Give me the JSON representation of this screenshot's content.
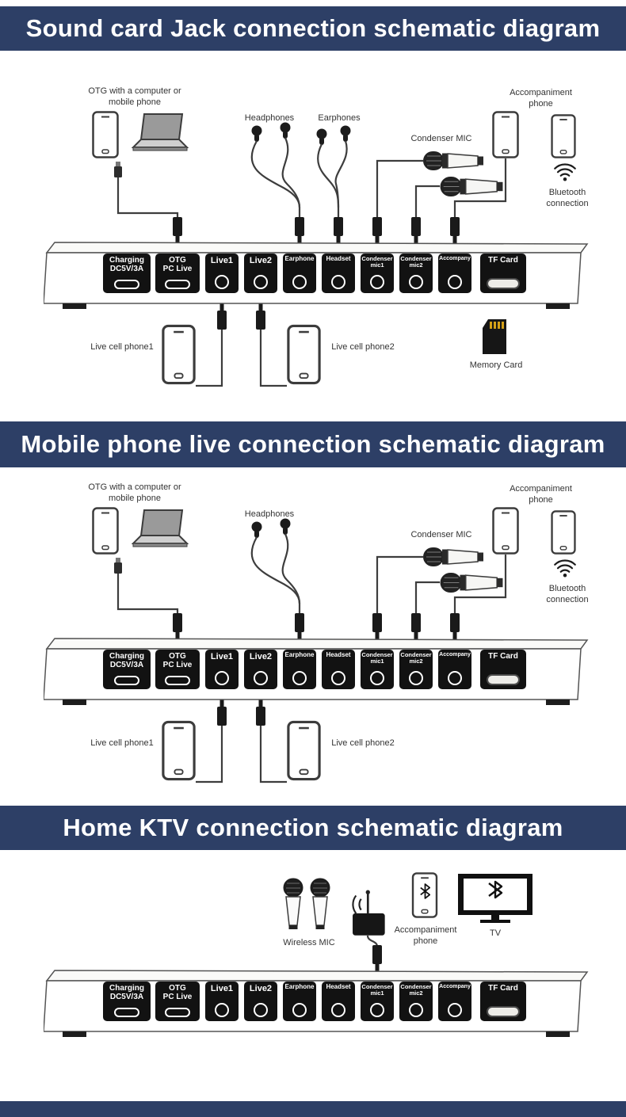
{
  "colors": {
    "banner": "#2d3f66"
  },
  "banners": [
    {
      "title": "Sound card Jack connection schematic diagram"
    },
    {
      "title": "Mobile phone live connection schematic diagram"
    },
    {
      "title": "Home KTV connection schematic diagram"
    }
  ],
  "soundcard": {
    "ports": [
      {
        "line1": "Charging",
        "line2": "DC5V/3A",
        "jack": "pill"
      },
      {
        "line1": "OTG",
        "line2": "PC Live",
        "jack": "pill"
      },
      {
        "line1": "Live1",
        "jack": "circle"
      },
      {
        "line1": "Live2",
        "jack": "circle"
      },
      {
        "line1": "Earphone",
        "jack": "circle"
      },
      {
        "line1": "Headset",
        "jack": "circle"
      },
      {
        "line1": "Condenser",
        "line2": "mic1",
        "jack": "circle"
      },
      {
        "line1": "Condenser",
        "line2": "mic2",
        "jack": "circle"
      },
      {
        "line1": "Accompany",
        "jack": "circle"
      },
      {
        "line1": "TF Card",
        "jack": "slot"
      }
    ]
  },
  "sections": {
    "jack": {
      "labels": {
        "otg": "OTG with a computer or mobile phone",
        "headphones": "Headphones",
        "earphones": "Earphones",
        "condenser_mic": "Condenser MIC",
        "accompaniment_phone": "Accompaniment phone",
        "bluetooth": "Bluetooth connection",
        "live_phone1": "Live cell phone1",
        "live_phone2": "Live cell phone2",
        "memory_card": "Memory Card"
      }
    },
    "mobile": {
      "labels": {
        "otg": "OTG with a computer or mobile phone",
        "headphones": "Headphones",
        "condenser_mic": "Condenser MIC",
        "accompaniment_phone": "Accompaniment phone",
        "bluetooth": "Bluetooth connection",
        "live_phone1": "Live cell phone1",
        "live_phone2": "Live cell phone2"
      }
    },
    "ktv": {
      "labels": {
        "wireless_mic": "Wireless MIC",
        "accompaniment_phone": "Accompaniment phone",
        "tv": "TV"
      }
    }
  }
}
